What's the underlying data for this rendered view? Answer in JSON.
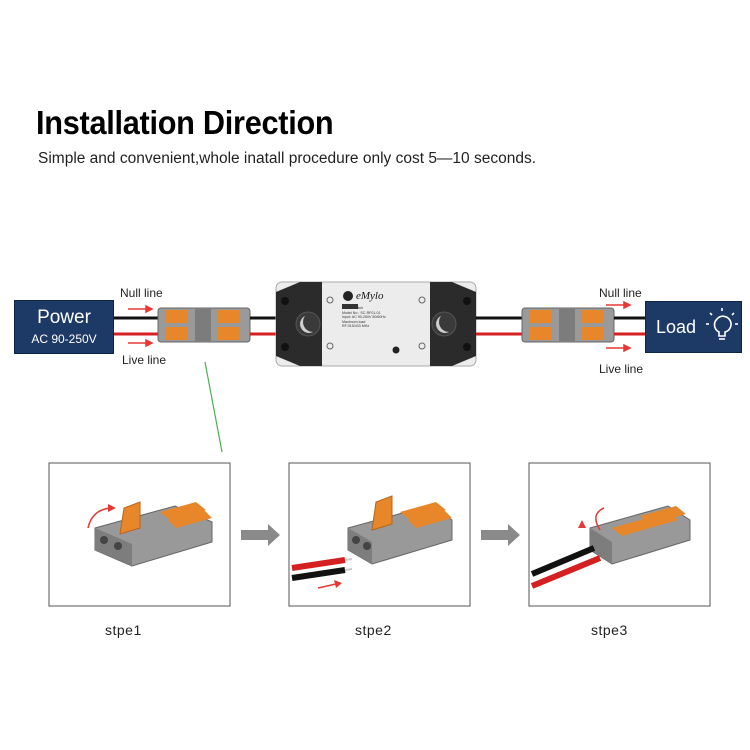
{
  "title": "Installation Direction",
  "subtitle": "Simple and convenient,whole inatall procedure only cost 5—10 seconds.",
  "power": {
    "label": "Power",
    "range": "AC 90-250V"
  },
  "load": {
    "label": "Load",
    "icon": "lightbulb-icon"
  },
  "wires": {
    "left_null": "Null line",
    "left_live": "Live line",
    "right_null": "Null line",
    "right_live": "Live line"
  },
  "device": {
    "brand": "eMylo",
    "text_lines": [
      "Smart Switch",
      "Model No.: SC-RF01-01",
      "Input: AC 90-250V 50/60Hz",
      "Maximum load",
      "RF:315/433 MHz"
    ]
  },
  "steps": [
    {
      "label": "stpe1"
    },
    {
      "label": "stpe2"
    },
    {
      "label": "stpe3"
    }
  ],
  "colors": {
    "navy": "#1d3a66",
    "connector_orange": "#e8872a",
    "connector_gray": "#8e8e8e",
    "wire_red": "#d42020",
    "wire_black": "#111111",
    "arrow_red": "#e53935",
    "guide_green": "#4caf50"
  }
}
